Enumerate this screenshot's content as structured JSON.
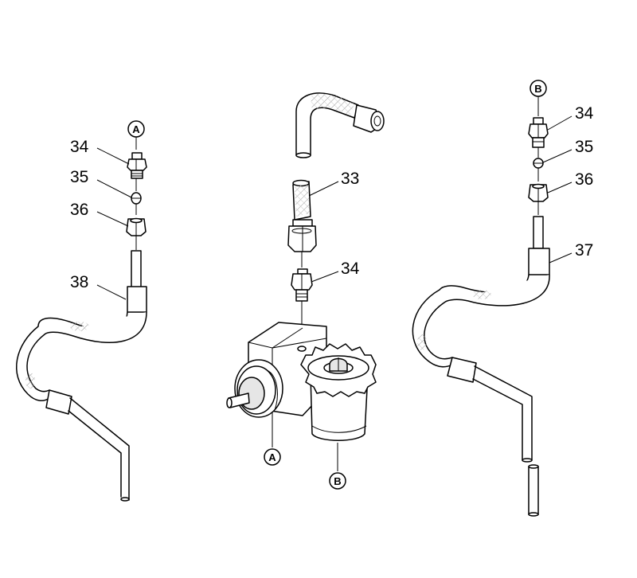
{
  "labels": {
    "left_34": "34",
    "left_35": "35",
    "left_36": "36",
    "left_38": "38",
    "center_33": "33",
    "center_34": "34",
    "right_34": "34",
    "right_35": "35",
    "right_36": "36",
    "right_37": "37"
  },
  "markers": {
    "left_top": "A",
    "right_top": "B",
    "pump_bottom": "A",
    "filter_bottom": "B"
  }
}
